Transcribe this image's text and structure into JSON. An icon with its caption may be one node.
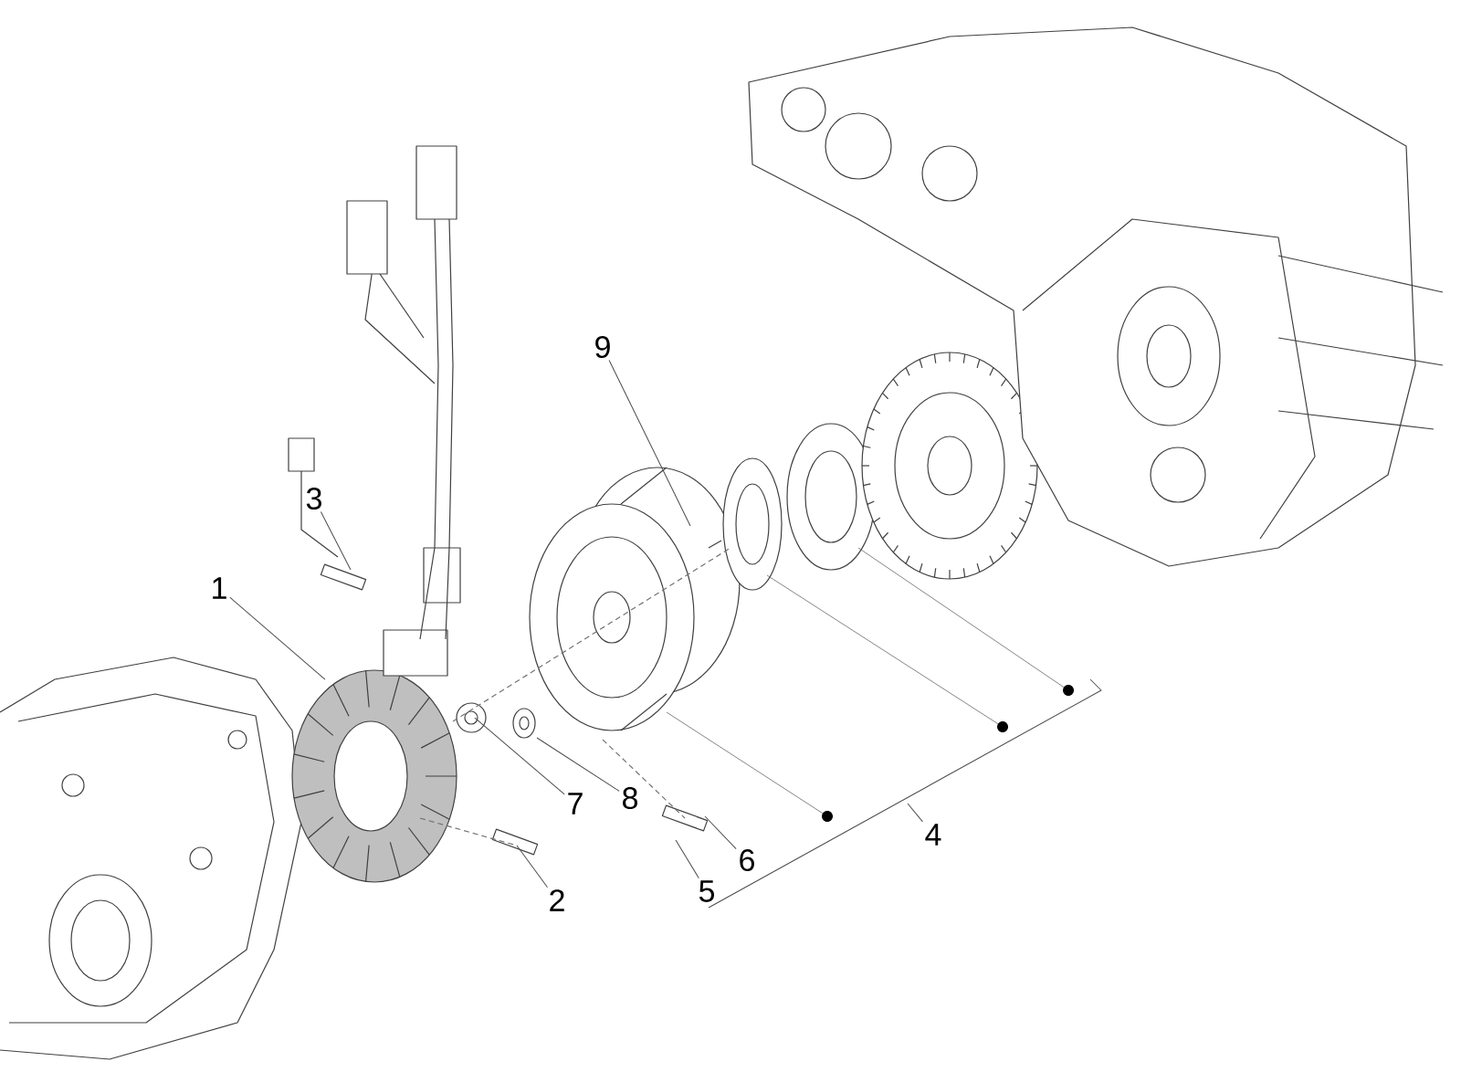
{
  "diagram": {
    "nodes": [
      {
        "text": [
          "9"
        ]
      },
      {
        "text": [
          "3"
        ]
      },
      {
        "text": [
          "1"
        ]
      },
      {
        "text": [
          "8"
        ]
      },
      {
        "text": [
          "7"
        ]
      },
      {
        "text": [
          "4"
        ]
      },
      {
        "text": [
          "6"
        ]
      },
      {
        "text": [
          "5"
        ]
      },
      {
        "text": [
          "2"
        ]
      }
    ],
    "edges": [
      {
        "from": 0,
        "to": null,
        "arrow": "none"
      },
      {
        "from": 1,
        "to": null,
        "arrow": "none"
      },
      {
        "from": 2,
        "to": null,
        "arrow": "none"
      },
      {
        "from": 3,
        "to": null,
        "arrow": "none"
      },
      {
        "from": 4,
        "to": null,
        "arrow": "none"
      },
      {
        "from": 5,
        "to": null,
        "arrow": "none"
      },
      {
        "from": 6,
        "to": null,
        "arrow": "none"
      },
      {
        "from": 7,
        "to": null,
        "arrow": "none"
      },
      {
        "from": 8,
        "to": null,
        "arrow": "none"
      }
    ]
  }
}
